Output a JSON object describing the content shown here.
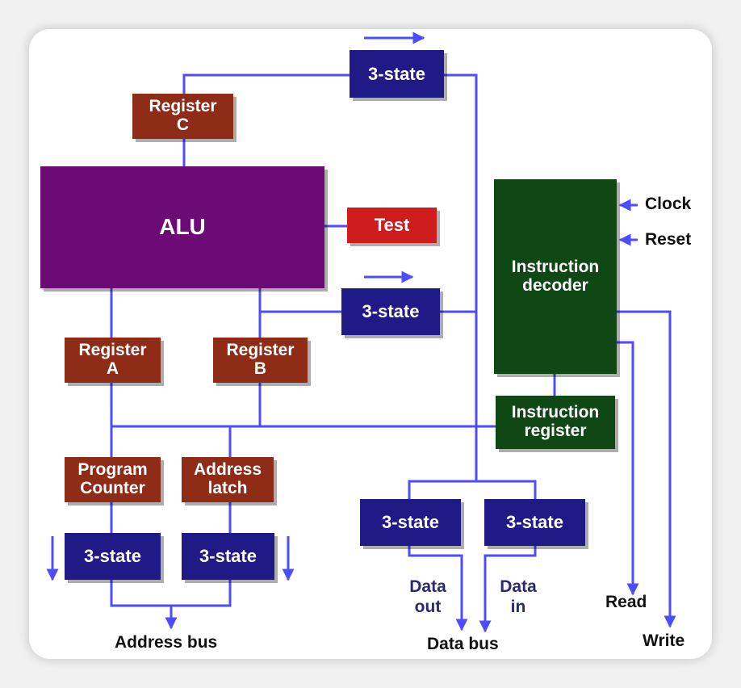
{
  "blocks": {
    "alu": "ALU",
    "register_c_line1": "Register",
    "register_c_line2": "C",
    "register_a_line1": "Register",
    "register_a_line2": "A",
    "register_b_line1": "Register",
    "register_b_line2": "B",
    "test": "Test",
    "tristate": "3-state",
    "program_counter_line1": "Program",
    "program_counter_line2": "Counter",
    "address_latch_line1": "Address",
    "address_latch_line2": "latch",
    "instruction_decoder_line1": "Instruction",
    "instruction_decoder_line2": "decoder",
    "instruction_register_line1": "Instruction",
    "instruction_register_line2": "register"
  },
  "labels": {
    "clock": "Clock",
    "reset": "Reset",
    "read": "Read",
    "write": "Write",
    "address_bus": "Address bus",
    "data_bus": "Data bus",
    "data_out_line1": "Data",
    "data_out_line2": "out",
    "data_in_line1": "Data",
    "data_in_line2": "in"
  },
  "colors": {
    "wire": "#4d4dff",
    "tristate": "#1f1a86",
    "register": "#8e2c17",
    "alu": "#6c0a76",
    "test": "#cf1d1d",
    "decoder": "#0f4715"
  }
}
